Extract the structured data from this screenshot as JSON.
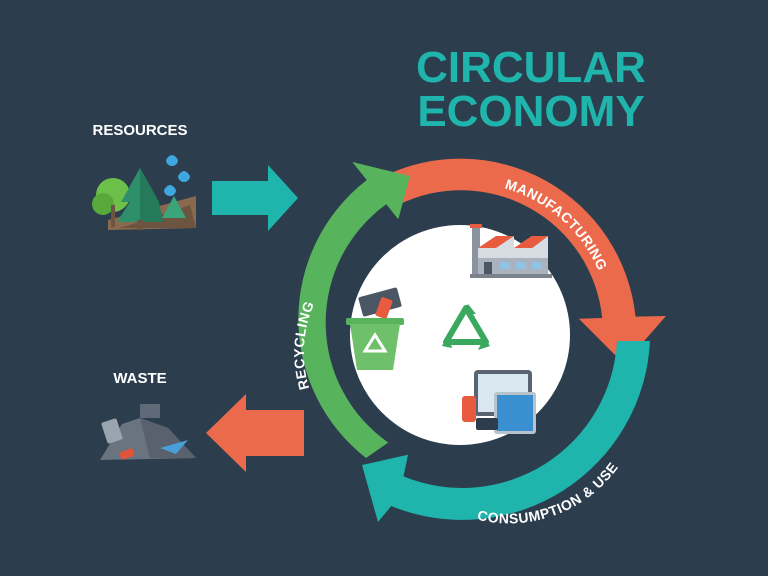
{
  "title": {
    "line1": "CIRCULAR",
    "line2": "ECONOMY"
  },
  "side_labels": {
    "resources": "RESOURCES",
    "waste": "WASTE"
  },
  "cycle_stages": {
    "manufacturing": "MANUFACTURING",
    "consumption": "CONSUMPTION & USE",
    "recycling": "RECYCLING"
  },
  "colors": {
    "background": "#2c3e4e",
    "title": "#1fb5ad",
    "manufacturing": "#ec6a4c",
    "consumption": "#1fb5ad",
    "recycling": "#58b45c",
    "resources_arrow": "#1fb5ad",
    "waste_arrow": "#ec6a4c",
    "center": "#ffffff",
    "recycle_symbol": "#3aa85e"
  },
  "icons": {
    "resources": "tree-water-icon",
    "waste": "waste-pile-icon",
    "factory": "factory-icon",
    "devices": "devices-icon",
    "bin": "recycle-bin-icon",
    "center": "recycle-symbol-icon"
  }
}
